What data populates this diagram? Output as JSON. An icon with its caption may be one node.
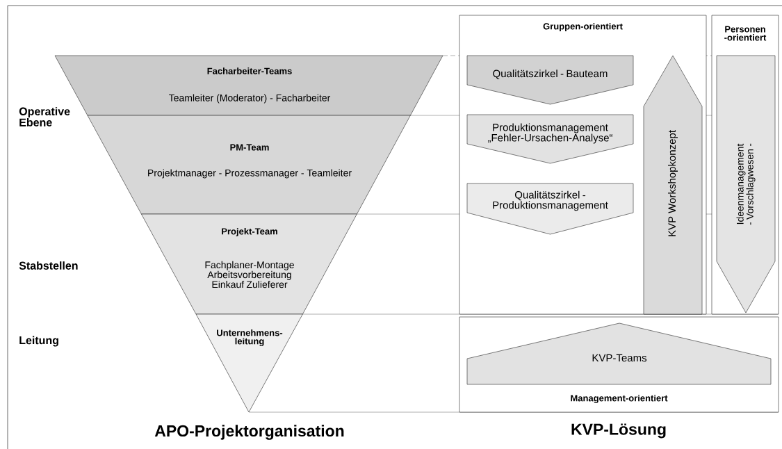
{
  "diagram": {
    "nodes": [
      {
        "text": [
          "Facharbeiter-Teams",
          "Teamleiter (Moderator) - Facharbeiter"
        ]
      },
      {
        "text": [
          "PM-Team",
          "Projektmanager - Prozessmanager - Teamleiter"
        ]
      },
      {
        "text": [
          "Projekt-Team",
          "Fachplaner-Montage Arbeitsvorbereitung Einkauf Zulieferer"
        ]
      },
      {
        "text": [
          "Unternehmens-leitung"
        ]
      },
      {
        "text": [
          "Gruppen-orientiert"
        ]
      },
      {
        "text": [
          "Qualitätszirkel - Bauteam"
        ],
        "in": 4
      },
      {
        "text": [
          "Produktionsmanagement „Fehler-Ursachen-Analyse“"
        ],
        "in": 4
      },
      {
        "text": [
          "Qualitätszirkel - Produktionsmanagement"
        ],
        "in": 4
      },
      {
        "text": [
          "KVP Workshopkonzept"
        ],
        "in": 4
      },
      {
        "text": [
          "Personen -orientiert"
        ]
      },
      {
        "text": [
          "Ideenmanagement - Vorschlagwesen -"
        ],
        "in": 9
      },
      {
        "text": [
          "Management-orientiert"
        ]
      },
      {
        "text": [
          "KVP-Teams"
        ],
        "in": 11
      }
    ],
    "labels": [
      "Operative Ebene",
      "Stabstellen",
      "Leitung",
      "APO-Projektorganisation",
      "KVP-Lösung"
    ]
  }
}
